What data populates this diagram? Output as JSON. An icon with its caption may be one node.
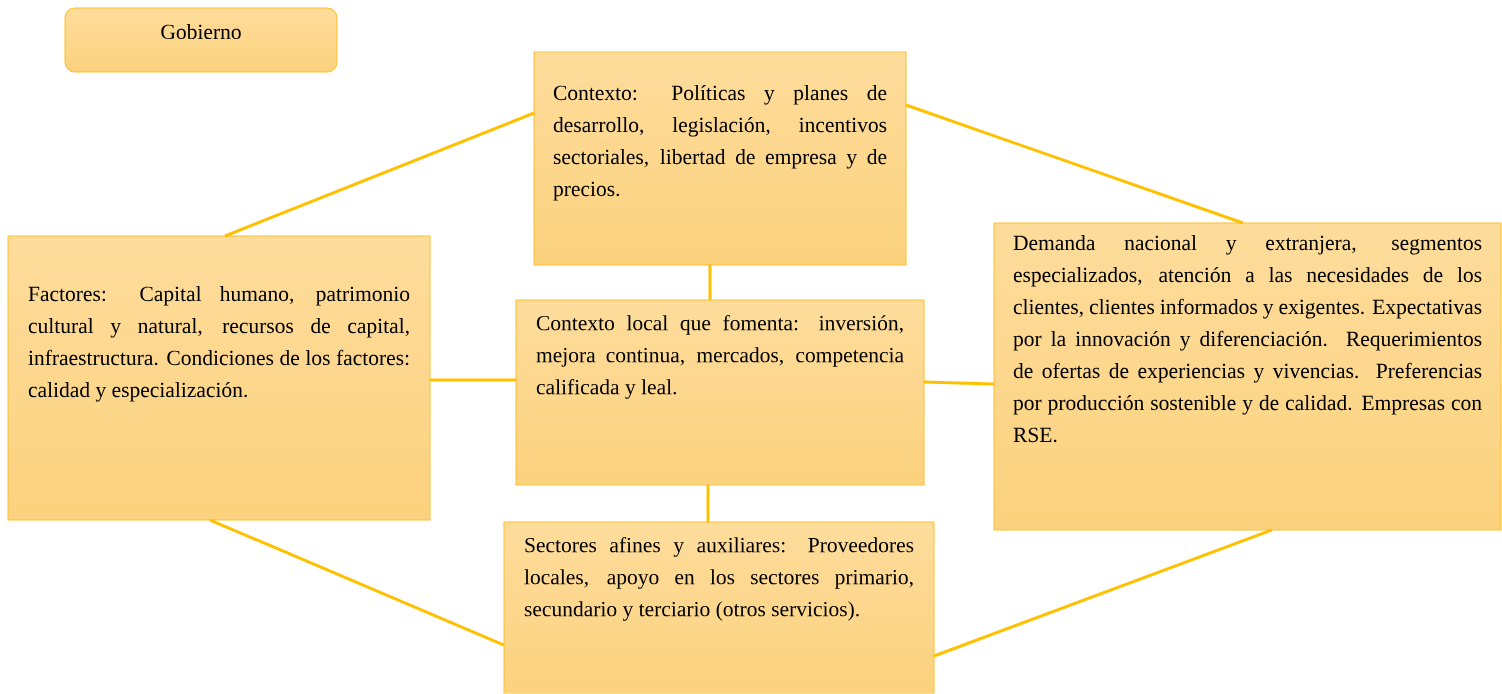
{
  "diagram": {
    "nodes": [
      {
        "text": [
          "Gobierno"
        ]
      },
      {
        "text": [
          "Contexto: Políticas y planes de desarrollo, legislación, incentivos sectoriales, libertad de empresa y de precios."
        ]
      },
      {
        "text": [
          "Factores: Capital humano, patrimonio cultural y natural, recursos de capital, infraestructura. Condiciones de los factores: calidad y especialización."
        ]
      },
      {
        "text": [
          "Contexto local que fomenta: inversión, mejora continua, mercados, competencia calificada y leal."
        ]
      },
      {
        "text": [
          "Demanda nacional y extranjera, segmentos especializados, atención a las necesidades de los clientes, clientes informados y exigentes. Expectativas por la innovación y diferenciación. Requerimientos de ofertas de experiencias y vivencias. Preferencias por producción sostenible y de calidad. Empresas con RSE."
        ]
      },
      {
        "text": [
          "Sectores afines y auxiliares: Proveedores locales, apoyo en los sectores primario, secundario y terciario (otros servicios)."
        ]
      }
    ],
    "edges": [
      {
        "from": 1,
        "to": 2,
        "arrow": "none"
      },
      {
        "from": 1,
        "to": 4,
        "arrow": "none"
      },
      {
        "from": 2,
        "to": 3,
        "arrow": "none"
      },
      {
        "from": 3,
        "to": 4,
        "arrow": "none"
      },
      {
        "from": 1,
        "to": 3,
        "arrow": "none"
      },
      {
        "from": 3,
        "to": 5,
        "arrow": "none"
      },
      {
        "from": 2,
        "to": 5,
        "arrow": "none"
      },
      {
        "from": 4,
        "to": 5,
        "arrow": "none"
      }
    ]
  }
}
